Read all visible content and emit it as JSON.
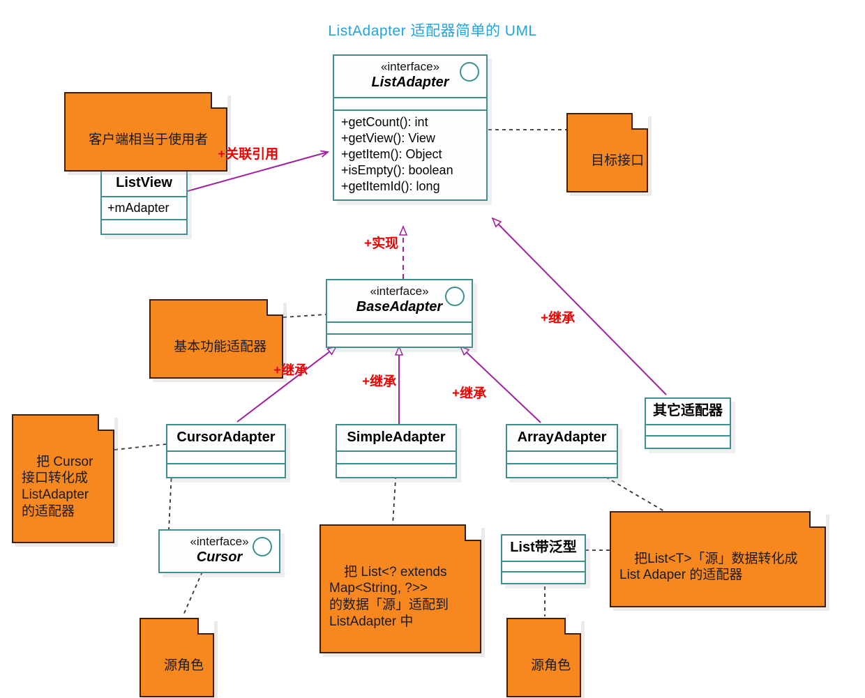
{
  "diagram": {
    "title": "ListAdapter 适配器简单的 UML",
    "title_color": "#23a3dd",
    "note_fill": "#f6881f",
    "class_border": "#3f8f8f",
    "edge_color": "#a020a0",
    "label_color": "#ee0000"
  },
  "classes": {
    "list_adapter": {
      "stereotype": "«interface»",
      "name": "ListAdapter",
      "methods": [
        "+getCount(): int",
        "+getView(): View",
        "+getItem(): Object",
        "+isEmpty(): boolean",
        "+getItemId(): long"
      ]
    },
    "list_view": {
      "name": "ListView",
      "attribute": "+mAdapter"
    },
    "base_adapter": {
      "stereotype": "«interface»",
      "name": "BaseAdapter"
    },
    "cursor_adapter": {
      "name": "CursorAdapter"
    },
    "simple_adapter": {
      "name": "SimpleAdapter"
    },
    "array_adapter": {
      "name": "ArrayAdapter"
    },
    "other_adapter": {
      "name": "其它适配器"
    },
    "cursor": {
      "stereotype": "«interface»",
      "name": "Cursor"
    },
    "list_generic": {
      "name": "List带泛型"
    }
  },
  "notes": {
    "client": "客户端相当于使用者",
    "target_interface": "目标接口",
    "base_function": "基本功能适配器",
    "cursor_adapter_note": "把 Cursor\n接口转化成\nListAdapter\n的适配器",
    "simple_adapter_note": "把 List<? extends\nMap<String, ?>>\n的数据「源」适配到\nListAdapter 中",
    "array_adapter_note": "把List<T>「源」数据转化成\nList Adaper 的适配器",
    "source_role_left": "源角色",
    "source_role_right": "源角色"
  },
  "edge_labels": {
    "association": "+关联引用",
    "realization": "+实现",
    "inherit_cursor": "+继承",
    "inherit_simple": "+继承",
    "inherit_array": "+继承",
    "inherit_other": "+继承"
  }
}
